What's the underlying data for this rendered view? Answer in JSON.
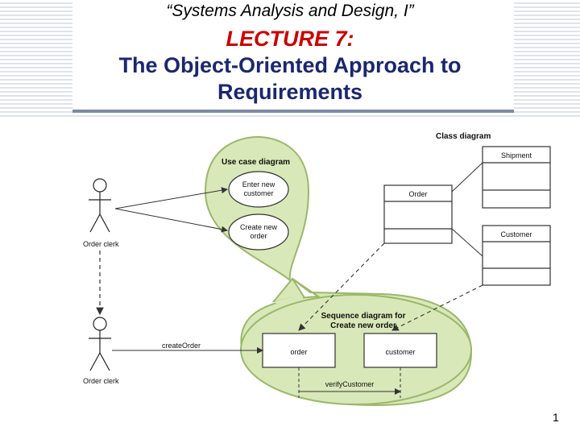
{
  "title": {
    "line1": "“Systems Analysis and Design, I”",
    "line2": "LECTURE 7:",
    "line3": "The Object-Oriented Approach to",
    "line4": "Requirements"
  },
  "diagram": {
    "class_diagram_label": "Class diagram",
    "use_case_label": "Use case diagram",
    "use_case_enter": [
      "Enter new",
      "customer"
    ],
    "use_case_create": [
      "Create new",
      "order"
    ],
    "actor_label": "Order clerk",
    "class_shipment": "Shipment",
    "class_order": "Order",
    "class_customer": "Customer",
    "sequence_label": [
      "Sequence diagram for",
      "Create new order"
    ],
    "seq_order": "order",
    "seq_customer": "customer",
    "msg_create_order": "createOrder",
    "msg_verify_customer": "verifyCustomer"
  },
  "page_number": "1",
  "colors": {
    "title_red": "#cc0000",
    "title_navy": "#1a2770",
    "bubble_fill": "#d9e8b8",
    "bubble_stroke": "#9ab86a",
    "stripe": "#dfe3ea"
  }
}
